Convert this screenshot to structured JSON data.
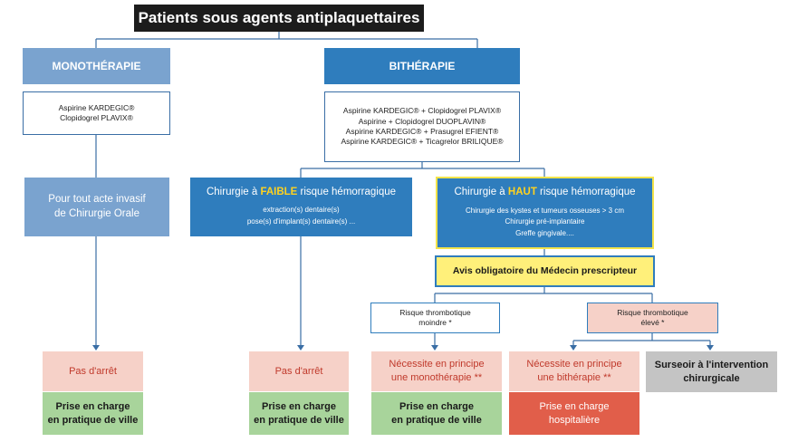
{
  "title": "Patients sous agents antiplaquettaires",
  "mono": {
    "header": "MONOTHÉRAPIE",
    "drugs": [
      "Aspirine KARDEGIC®",
      "Clopidogrel PLAVIX®"
    ],
    "action": [
      "Pour tout acte invasif",
      "de Chirurgie Orale"
    ]
  },
  "bi": {
    "header": "BITHÉRAPIE",
    "drugs": [
      "Aspirine KARDEGIC® + Clopidogrel PLAVIX®",
      "Aspirine + Clopidogrel DUOPLAVIN®",
      "Aspirine KARDEGIC® + Prasugrel EFIENT®",
      "Aspirine KARDEGIC® + Ticagrelor BRILIQUE®"
    ]
  },
  "faible": {
    "title_pre": "Chirurgie à ",
    "title_hl": "FAIBLE",
    "title_post": " risque hémorragique",
    "lines": [
      "extraction(s) dentaire(s)",
      "pose(s) d'implant(s) dentaire(s) ..."
    ]
  },
  "haut": {
    "title_pre": "Chirurgie à ",
    "title_hl": "HAUT",
    "title_post": " risque hémorragique",
    "lines": [
      "Chirurgie des kystes et tumeurs osseuses > 3 cm",
      "Chirurgie pré-implantaire",
      "Greffe gingivale...."
    ]
  },
  "avis": "Avis obligatoire du Médecin prescripteur",
  "risk_low": [
    "Risque thrombotique",
    "moindre *"
  ],
  "risk_high": [
    "Risque thrombotique",
    "élevé *"
  ],
  "outcomes": {
    "pas_arret_1": "Pas d'arrêt",
    "pas_arret_2": "Pas d'arrêt",
    "prise_ville_1": [
      "Prise en charge",
      "en pratique de ville"
    ],
    "prise_ville_2": [
      "Prise en charge",
      "en pratique de ville"
    ],
    "mono_needed": [
      "Nécessite en principe",
      "une monothérapie **"
    ],
    "prise_ville_3": [
      "Prise en charge",
      "en pratique de ville"
    ],
    "bi_needed": [
      "Nécessite en principe",
      "une bithérapie **"
    ],
    "hospital": [
      "Prise en charge",
      "hospitalière"
    ],
    "surseoir": [
      "Surseoir à l'intervention",
      "chirurgicale"
    ]
  },
  "colors": {
    "light_blue": "#7aa3cf",
    "dark_blue": "#2f7dbd",
    "pink": "#f6d1c8",
    "green": "#a8d49b",
    "red": "#e15e4a",
    "grey": "#c4c4c4",
    "yellow": "#fff07a"
  }
}
